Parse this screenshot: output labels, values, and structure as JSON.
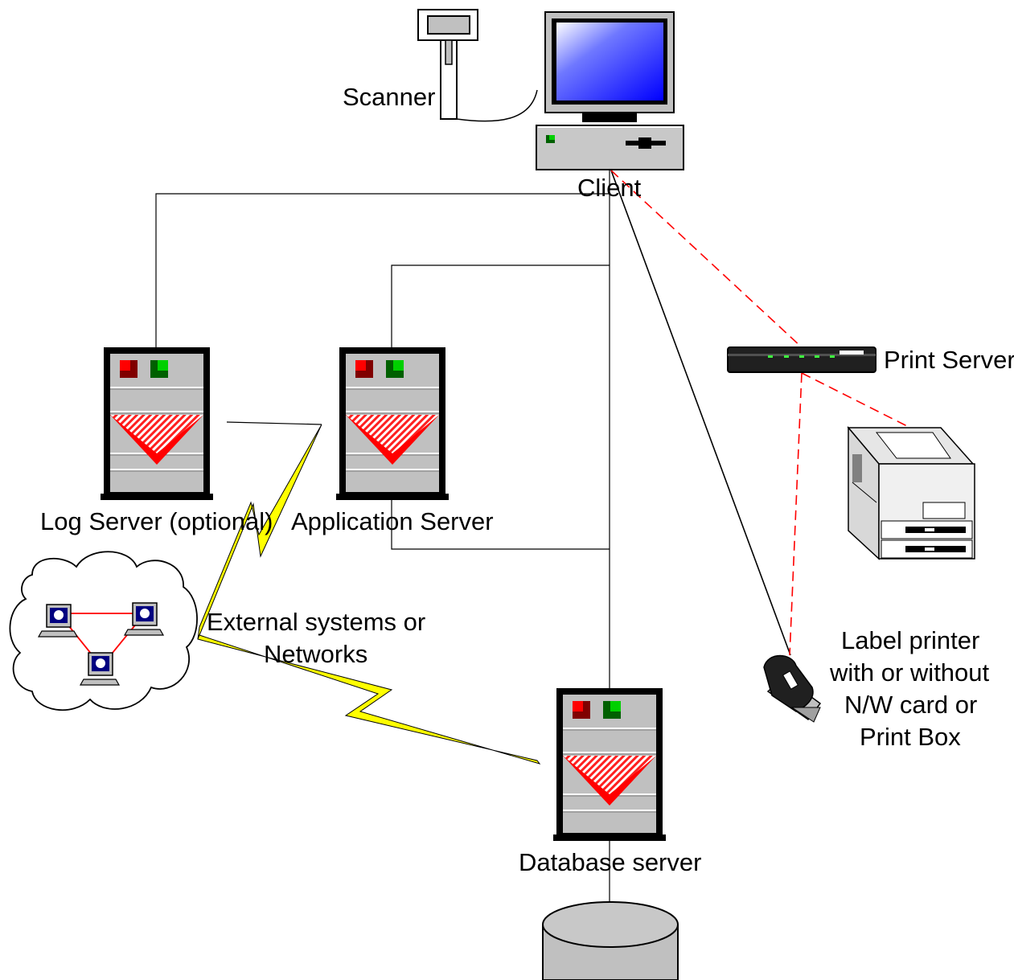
{
  "labels": {
    "scanner": "Scanner",
    "client": "Client",
    "print_server": "Print Server",
    "log_server": "Log Server (optional)",
    "application_server": "Application Server",
    "external_line1": "External systems or",
    "external_line2": "Networks",
    "label_printer_line1": "Label printer",
    "label_printer_line2": "with or without",
    "label_printer_line3": "N/W card or",
    "label_printer_line4": "Print Box",
    "database_server": "Database server"
  },
  "colors": {
    "server_body": "#c0c0c0",
    "server_red": "#ff0000",
    "server_green": "#00c000",
    "monitor_screen": "#1010ff",
    "wireless_link": "#ffff00",
    "print_link": "#ff0000",
    "network_link": "#000000"
  },
  "icons": {
    "scanner": "barcode-scanner-icon",
    "client": "desktop-computer-icon",
    "server": "tower-server-icon",
    "print_server": "print-server-box-icon",
    "laser_printer": "laser-printer-icon",
    "label_printer": "label-printer-icon",
    "network_cloud": "network-cloud-icon",
    "database": "database-cylinder-icon"
  }
}
